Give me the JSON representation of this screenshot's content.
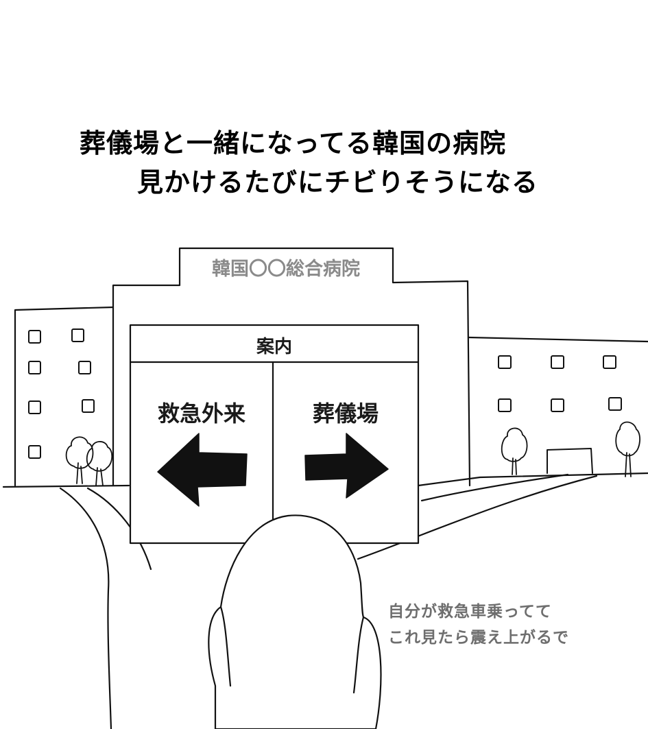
{
  "title": {
    "line1": "葬儀場と一緒になってる韓国の病院",
    "line2": "見かけるたびにチビりそうになる"
  },
  "hospital": {
    "name": "韓国〇〇総合病院"
  },
  "sign": {
    "header": "案内",
    "left_label": "救急外来",
    "right_label": "葬儀場",
    "left_arrow": "left-arrow-icon",
    "right_arrow": "right-arrow-icon"
  },
  "caption": {
    "line1": "自分が救急車乗ってて",
    "line2": "これ見たら震え上がるで"
  }
}
